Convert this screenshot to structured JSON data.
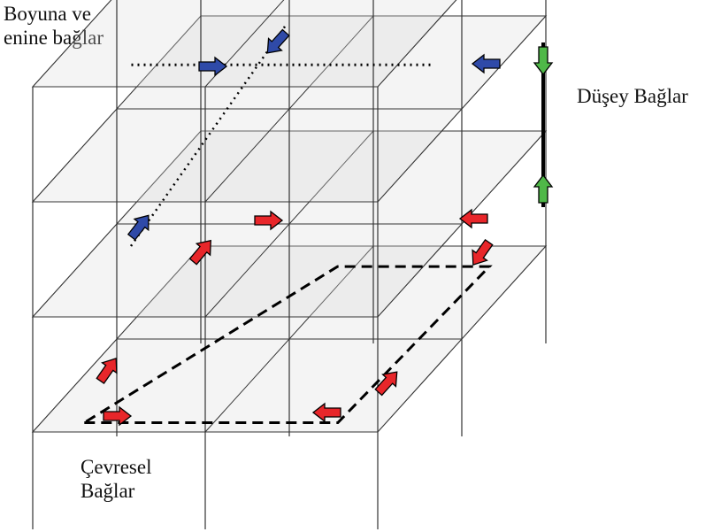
{
  "labels": {
    "longitudinal_transverse_line1": "Boyuna ve",
    "longitudinal_transverse_line2": "enine bağlar",
    "vertical": "Düşey Bağlar",
    "perimeter_line1": "Çevresel",
    "perimeter_line2": "Bağlar"
  },
  "colors": {
    "structure": "#333333",
    "slab_fill": "#d9d9d9",
    "perimeter_arrow": "#e8262a",
    "longitudinal_arrow": "#2f4aa8",
    "vertical_arrow": "#4fb848",
    "arrow_outline": "#000000"
  },
  "icons": {
    "perimeter_tie": "arrow-icon",
    "longitudinal_tie": "arrow-icon",
    "vertical_tie": "double-arrow-icon"
  }
}
